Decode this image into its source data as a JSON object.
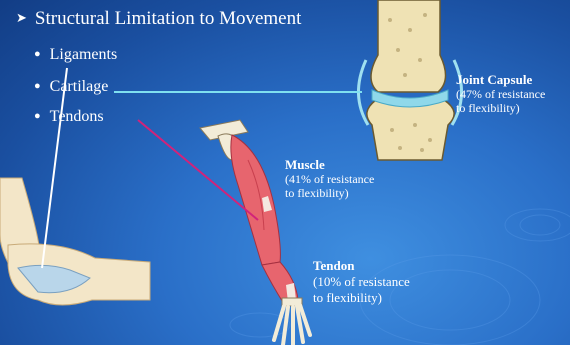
{
  "slide": {
    "main_bullet": "Structural Limitation to Movement",
    "sub_bullets": [
      "Ligaments",
      "Cartilage",
      "Tendons"
    ],
    "joint_capsule": {
      "title": "Joint Capsule",
      "line1": "(47% of resistance",
      "line2": " to flexibility)"
    },
    "muscle": {
      "title": "Muscle",
      "line1": "(41% of resistance",
      "line2": " to flexibility)"
    },
    "tendon": {
      "title": "Tendon",
      "line1": "(10% of resistance",
      "line2": " to flexibility)"
    }
  },
  "colors": {
    "background": "#1f5cb8",
    "cartilage_line": "#7fe0f0",
    "tendon_line": "#d2237a",
    "ligament_line": "#ffffff"
  }
}
